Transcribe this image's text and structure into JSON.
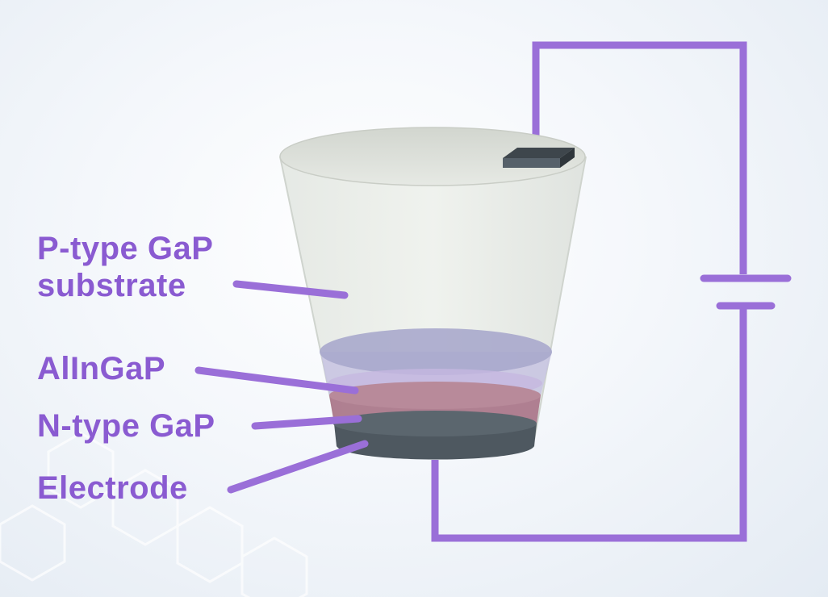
{
  "colors": {
    "accent": "#8a5bd1",
    "label_text": "#8a5bd1",
    "substrate": "#dfe3de",
    "allngap_layer": "#b8b5d8",
    "ntype_layer": "#b07d8f",
    "electrode": "#4f5a62"
  },
  "labels": {
    "p_type_line1": "P-type GaP",
    "p_type_line2": "substrate",
    "allngap": "AlInGaP",
    "n_type": "N-type GaP",
    "electrode": "Electrode"
  },
  "icons": {
    "battery": "battery-symbol-icon",
    "top_contact": "top-contact-pad"
  }
}
